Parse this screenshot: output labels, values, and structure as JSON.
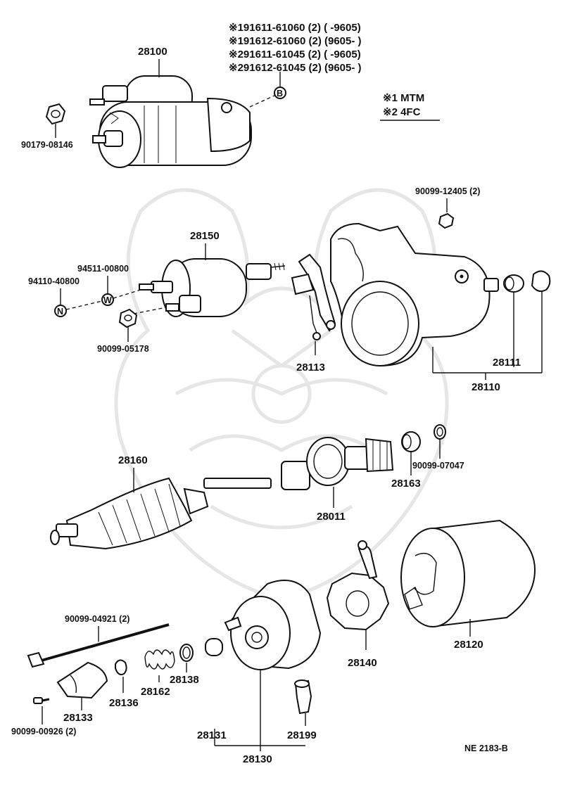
{
  "labels": {
    "p28100": "28100",
    "p90179_08146": "90179-08146",
    "bolt_note_1": "※191611-61060 (2) (        -9605)",
    "bolt_note_2": "※191612-61060 (2) (9605-        )",
    "bolt_note_3": "※291611-61045 (2) (        -9605)",
    "bolt_note_4": "※291612-61045 (2) (9605-        )",
    "legend_1": "※1 MTM",
    "legend_2": "※2 4FC",
    "p90099_12405": "90099-12405 (2)",
    "p28150": "28150",
    "p94511_00800": "94511-00800",
    "p94110_40800": "94110-40800",
    "p90099_05178": "90099-05178",
    "p28113": "28113",
    "p28111": "28111",
    "p28110": "28110",
    "p28160": "28160",
    "p28011": "28011",
    "p28163": "28163",
    "p90099_07047": "90099-07047",
    "p90099_04921": "90099-04921  (2)",
    "p28133": "28133",
    "p28136": "28136",
    "p28162": "28162",
    "p28138": "28138",
    "p90099_00926": "90099-00926 (2)",
    "p28131": "28131",
    "p28130": "28130",
    "p28199": "28199",
    "p28140": "28140",
    "p28120": "28120",
    "diagram_ref": "NE 2183-B"
  },
  "markers": {
    "b": "B",
    "w": "W",
    "n": "N"
  },
  "icons": {
    "watermark": "samurai-helmet-watermark-icon"
  }
}
